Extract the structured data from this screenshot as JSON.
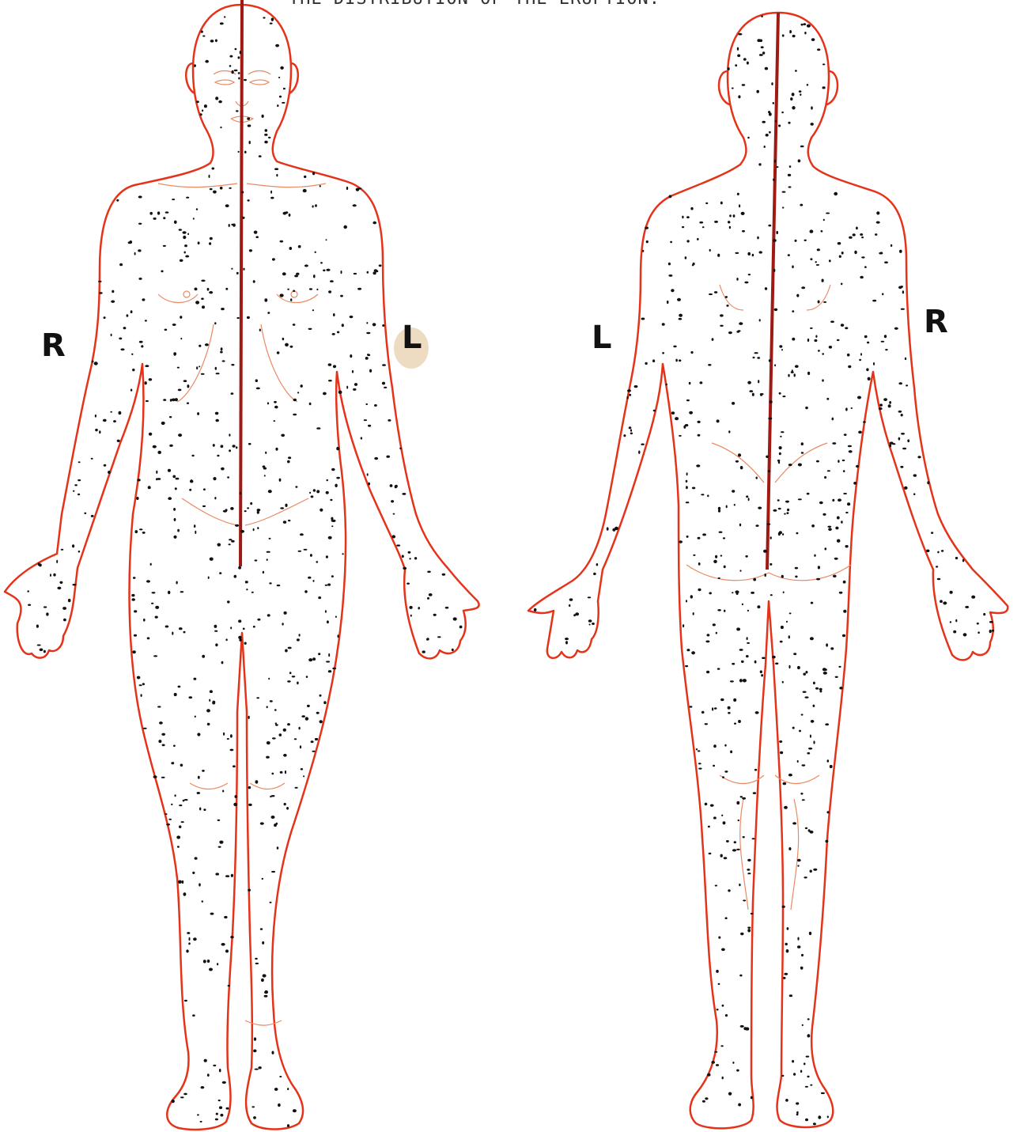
{
  "figure": {
    "title": "THE DISTRIBUTION OF THE ERUPTION.",
    "front_view": {
      "label_right": "R",
      "label_left": "L"
    },
    "back_view": {
      "label_left": "L",
      "label_right": "R"
    }
  },
  "colors": {
    "outline": "#e5331a",
    "midline": "#9e1a13",
    "spots": "#111111"
  }
}
